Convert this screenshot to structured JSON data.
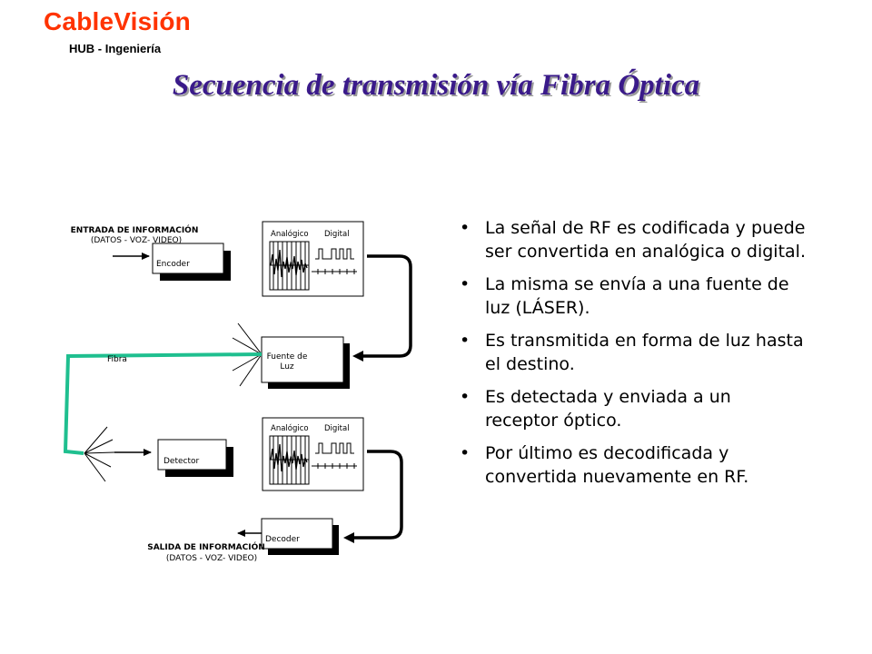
{
  "header": {
    "brand": "CableVisión",
    "brand_subtitle": "HUB - Ingeniería",
    "title": "Secuencia de transmisión vía Fibra Óptica"
  },
  "diagram": {
    "input_label": "ENTRADA DE INFORMACIÓN",
    "input_sublabel": "(DATOS - VOZ- VIDEO)",
    "encoder": "Encoder",
    "analog_label": "Analógico",
    "digital_label": "Digital",
    "light_source_line1": "Fuente de",
    "light_source_line2": "Luz",
    "fiber_label": "Fibra",
    "detector": "Detector",
    "decoder": "Decoder",
    "output_label": "SALIDA DE INFORMACIÓN",
    "output_sublabel": "(DATOS - VOZ- VIDEO)",
    "fiber_color": "#1fbf8f"
  },
  "bullets": [
    "La señal de RF es codificada y puede ser convertida en analógica  o digital.",
    "La misma se envía a una fuente de luz (LÁSER).",
    "Es transmitida en forma de luz hasta  el destino.",
    "Es detectada y enviada a un receptor óptico.",
    "Por último es decodificada y convertida nuevamente en RF."
  ]
}
